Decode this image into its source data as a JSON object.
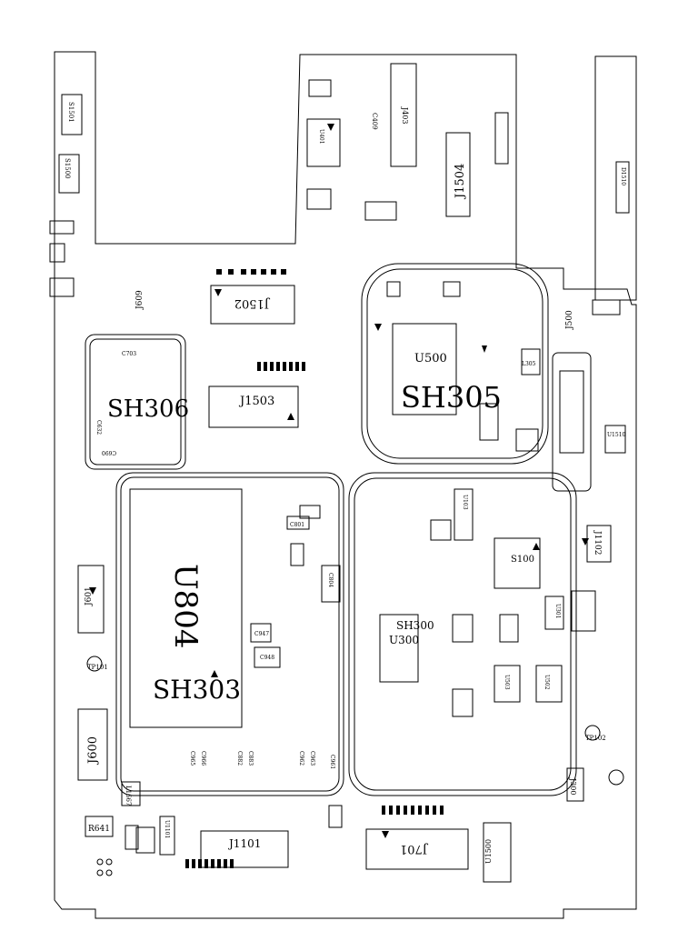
{
  "diagram": {
    "type": "pcb-layout",
    "shields": {
      "sh303": "SH303",
      "sh305": "SH305",
      "sh300": "SH300",
      "sh306": "SH306"
    },
    "chips": {
      "u804": "U804",
      "u500": "U500",
      "u300": "U300",
      "s100": "S100"
    },
    "connectors": {
      "j1502": "J1502",
      "j1503": "J1503",
      "j1504": "J1504",
      "j1101": "J1101",
      "j701": "J701",
      "j600": "J600",
      "j601": "J601",
      "j1102": "J1102",
      "j609": "J609",
      "j500": "J500",
      "j300": "J300",
      "j403": "J403"
    },
    "parts": {
      "u1500": "U1500",
      "tp101": "TP101",
      "tp102": "TP102",
      "u1510": "U1510",
      "r641": "R641",
      "c409": "C409",
      "c801": "C801",
      "c947": "C947",
      "c948": "C948",
      "c804": "C804",
      "l1667": "L1667",
      "s1500": "S1500",
      "s1501": "S1501",
      "u401": "U401",
      "c966": "C966",
      "c965": "C965",
      "c883": "C883",
      "c882": "C882",
      "c963": "C963",
      "c962": "C962",
      "c961": "C961",
      "u503": "U503",
      "u502": "U502",
      "u301": "U301",
      "u1101": "U1101",
      "u103": "U103",
      "c703": "C703",
      "c690": "C690",
      "c632": "C632",
      "d1510": "D1510",
      "l305": "L305"
    }
  }
}
